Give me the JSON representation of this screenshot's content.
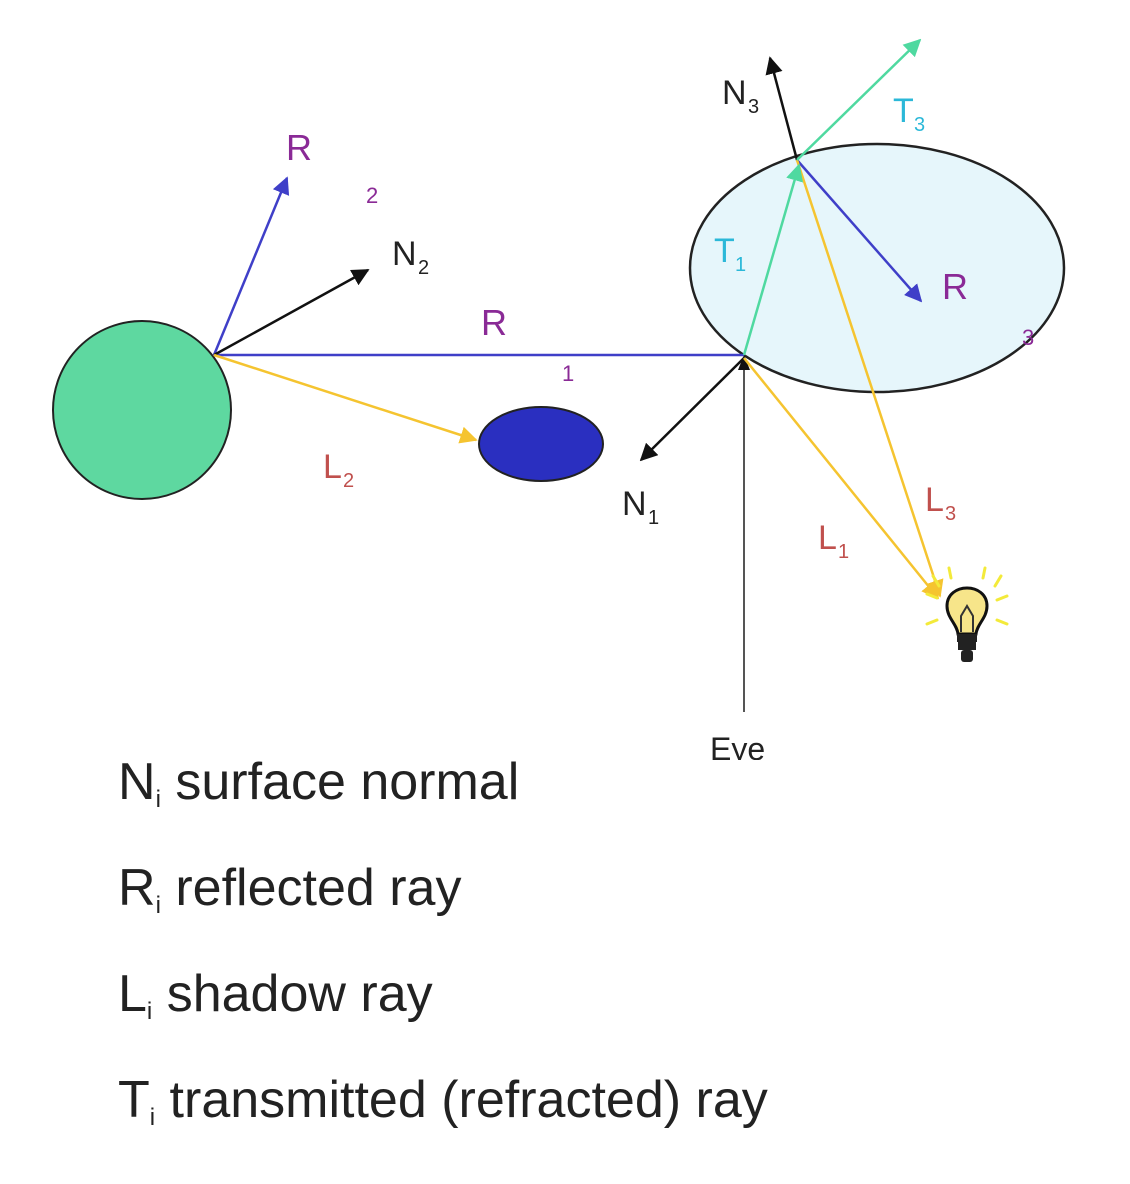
{
  "colors": {
    "reflected": "#3f3fc8",
    "normal": "#111111",
    "shadow": "#f5c430",
    "transmitted": "#4fd9a0",
    "label_reflected": "#8a2a96",
    "label_shadow": "#c0504d",
    "label_transmitted": "#2bb8d8",
    "label_normal": "#222222",
    "eye_ray": "#555555",
    "sphere_green": "#5ed8a0",
    "ellipse_blue": "#2a2fc0",
    "ellipse_glass": "#e6f6fb"
  },
  "labels": {
    "r2": {
      "main": "R",
      "sub": "2"
    },
    "n2": {
      "main": "N",
      "sub": "2"
    },
    "r1": {
      "main": "R",
      "sub": "1"
    },
    "l2": {
      "main": "L",
      "sub": "2"
    },
    "n1": {
      "main": "N",
      "sub": "1"
    },
    "n3": {
      "main": "N",
      "sub": "3"
    },
    "t3": {
      "main": "T",
      "sub": "3"
    },
    "t1": {
      "main": "T",
      "sub": "1"
    },
    "r3": {
      "main": "R",
      "sub": "3"
    },
    "l3": {
      "main": "L",
      "sub": "3"
    },
    "l1": {
      "main": "L",
      "sub": "1"
    },
    "eye": "Eye"
  },
  "icons": {
    "light": "lightbulb-icon"
  },
  "legend": [
    {
      "symbol": "N",
      "sub": "i",
      "text": " surface normal"
    },
    {
      "symbol": "R",
      "sub": "i",
      "text": " reflected ray"
    },
    {
      "symbol": "L",
      "sub": "i",
      "text": " shadow ray"
    },
    {
      "symbol": "T",
      "sub": "i",
      "text": " transmitted (refracted) ray"
    }
  ]
}
